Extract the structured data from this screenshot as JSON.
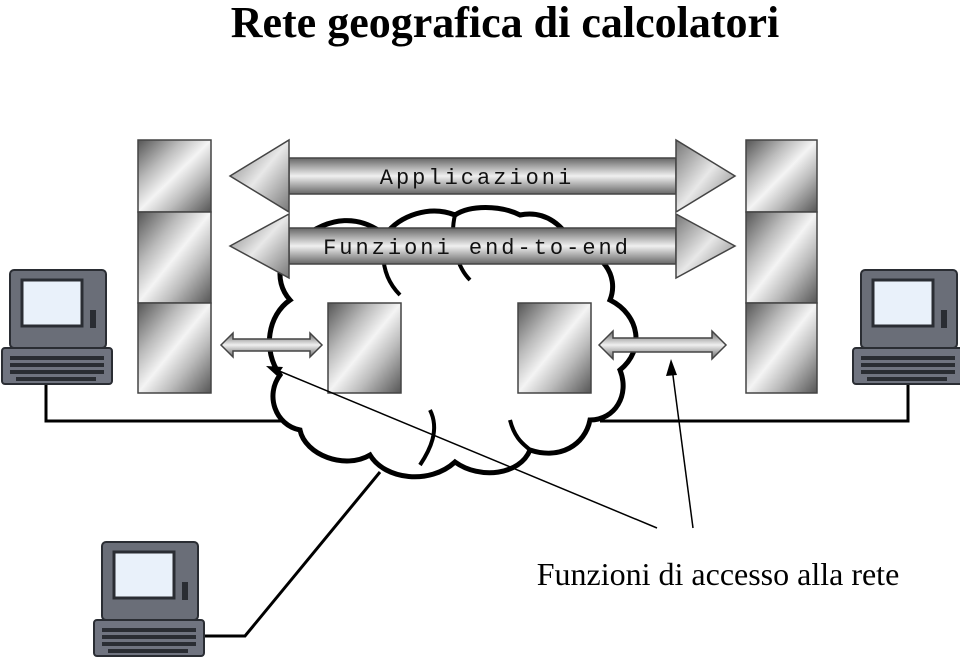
{
  "title": "Rete geografica di calcolatori",
  "arrows": {
    "top_label": "Applicazioni",
    "middle_label": "Funzioni end-to-end"
  },
  "annotation": "Funzioni di accesso alla rete",
  "icons": [
    "computer-terminal-icon",
    "network-cloud-icon"
  ]
}
